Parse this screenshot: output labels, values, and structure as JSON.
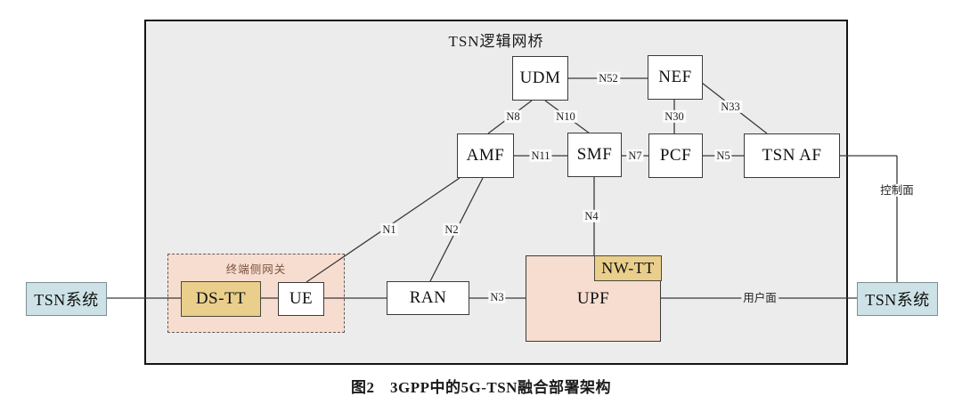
{
  "title": "TSN逻辑网桥",
  "caption": "图2　3GPP中的5G-TSN融合部署架构",
  "nodes": {
    "udm": "UDM",
    "nef": "NEF",
    "amf": "AMF",
    "smf": "SMF",
    "pcf": "PCF",
    "tsn_af": "TSN AF",
    "ran": "RAN",
    "ue": "UE",
    "ds_tt": "DS-TT",
    "nw_tt": "NW-TT",
    "upf": "UPF",
    "tsn_system_left": "TSN系统",
    "tsn_system_right": "TSN系统"
  },
  "gateway": {
    "label": "终端侧网关"
  },
  "edges": {
    "n52": "N52",
    "n8": "N8",
    "n10": "N10",
    "n30": "N30",
    "n33": "N33",
    "n11": "N11",
    "n7": "N7",
    "n5": "N5",
    "n1": "N1",
    "n2": "N2",
    "n4": "N4",
    "n3": "N3"
  },
  "planes": {
    "control": "控制面",
    "user": "用户面"
  },
  "colors": {
    "bridge_fill": "#ececec",
    "bridge_border": "#141414",
    "node_fill": "#ffffff",
    "node_border": "#3a3a3a",
    "tt_fill": "#e9cf8b",
    "upf_fill": "#f6ddcf",
    "gateway_fill": "#f7ddd0",
    "gateway_label_color": "#7d5340",
    "tsn_system_fill": "#cde2e6",
    "line_color": "#3a3a3a"
  }
}
